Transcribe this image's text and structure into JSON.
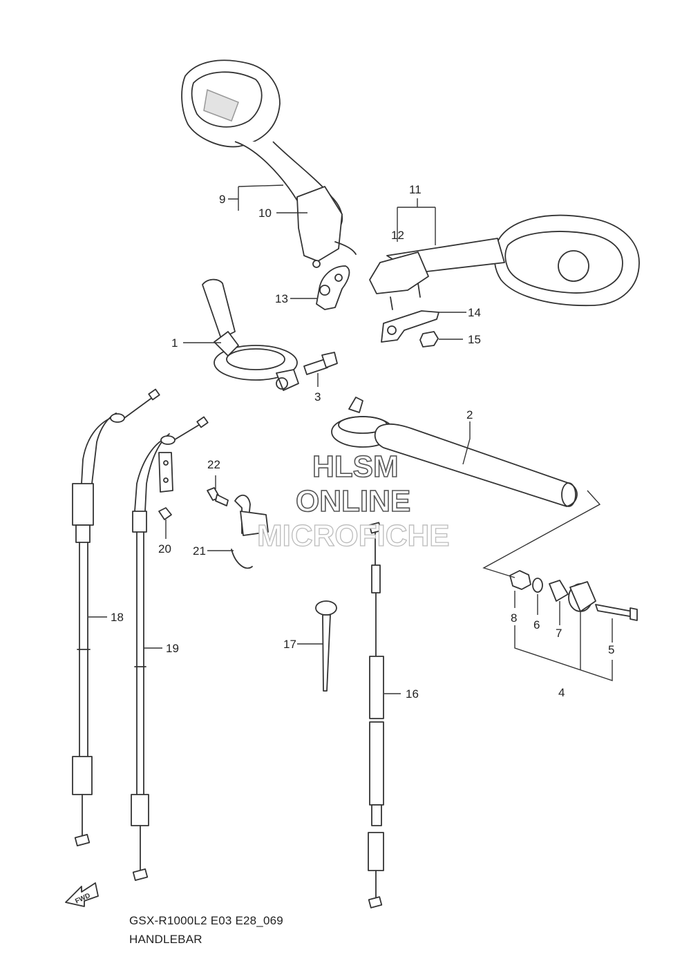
{
  "watermark": {
    "line1": "HLSM",
    "line2": "ONLINE",
    "line3": "MICROFICHE"
  },
  "fwd_label": "FWD",
  "caption": {
    "model": "GSX-R1000L2 E03 E28_069",
    "title": "HANDLEBAR"
  },
  "callouts": {
    "c1": "1",
    "c2": "2",
    "c3": "3",
    "c4": "4",
    "c5": "5",
    "c6": "6",
    "c7": "7",
    "c8": "8",
    "c9": "9",
    "c10": "10",
    "c11": "11",
    "c12": "12",
    "c13": "13",
    "c14": "14",
    "c15": "15",
    "c16": "16",
    "c17": "17",
    "c18": "18",
    "c19": "19",
    "c20": "20",
    "c21": "21",
    "c22": "22"
  }
}
